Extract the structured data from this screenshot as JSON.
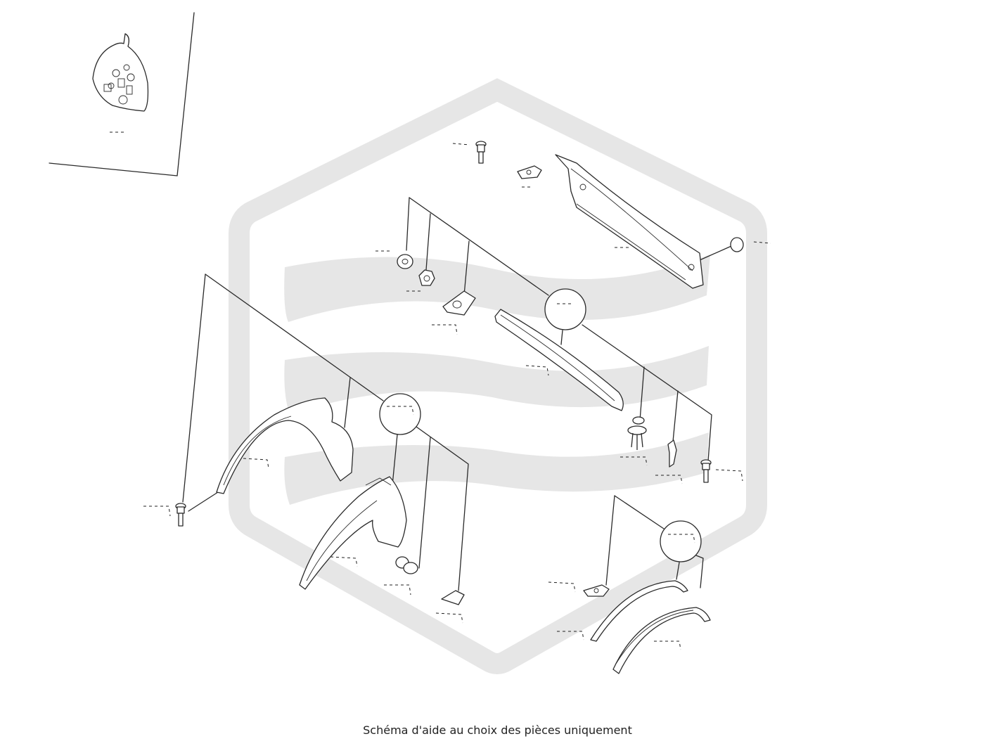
{
  "caption": "Schéma d'aide au choix des pièces uniquement",
  "colors": {
    "line": "#2a2a2a",
    "watermark": "#e6e6e6",
    "background": "#ffffff"
  },
  "parts": [
    {
      "name": "hardware-kit-bag"
    },
    {
      "name": "screw-top"
    },
    {
      "name": "clip-plate-top"
    },
    {
      "name": "upper-trim-bar"
    },
    {
      "name": "round-cap"
    },
    {
      "name": "washer"
    },
    {
      "name": "nut"
    },
    {
      "name": "clip-nut"
    },
    {
      "name": "trim-strip"
    },
    {
      "name": "push-rivet-right"
    },
    {
      "name": "spring-clip-right"
    },
    {
      "name": "screw-right"
    },
    {
      "name": "wheel-arch-rear"
    },
    {
      "name": "wheel-arch-front"
    },
    {
      "name": "screw-left"
    },
    {
      "name": "push-rivet-bottom"
    },
    {
      "name": "clip-bottom"
    },
    {
      "name": "clip-plate-bottom"
    },
    {
      "name": "arch-strip-upper"
    },
    {
      "name": "arch-strip-lower"
    }
  ]
}
